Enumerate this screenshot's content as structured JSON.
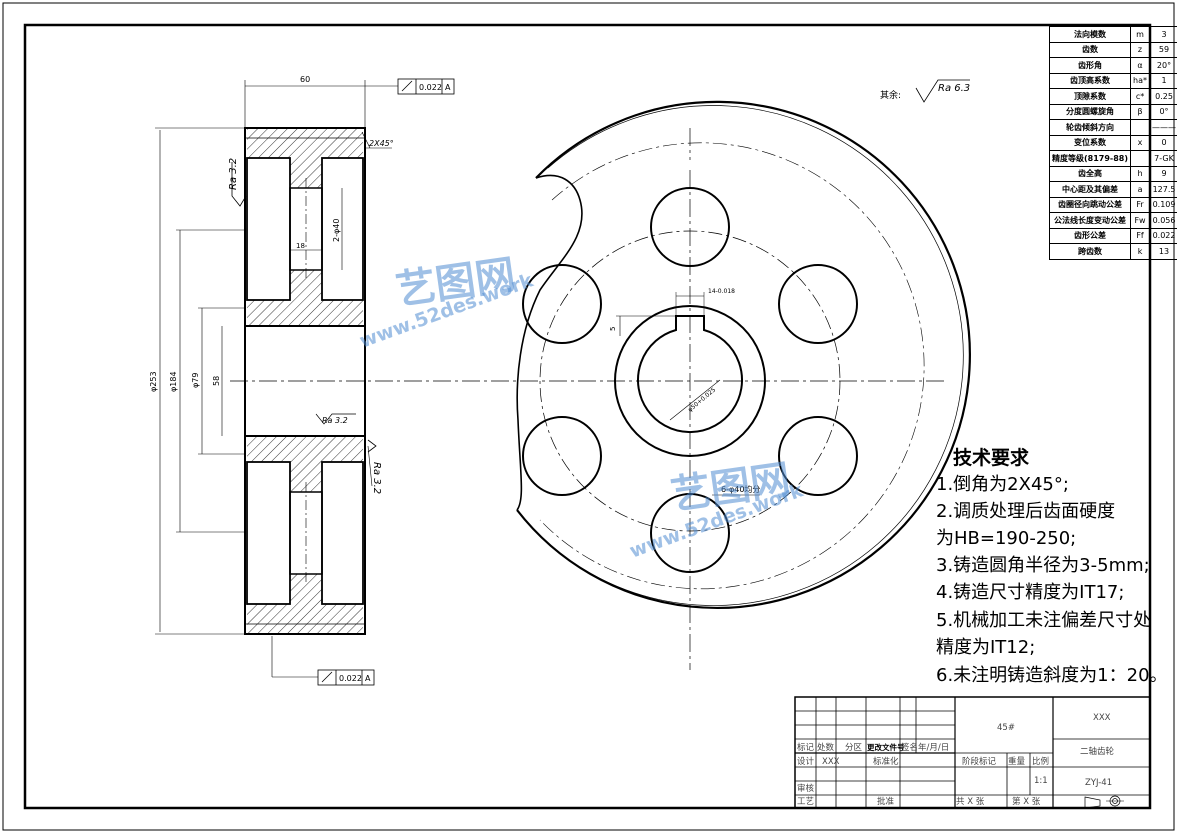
{
  "params": [
    {
      "name": "法向模数",
      "sym": "m",
      "val": "3"
    },
    {
      "name": "齿数",
      "sym": "z",
      "val": "59"
    },
    {
      "name": "齿形角",
      "sym": "α",
      "val": "20°"
    },
    {
      "name": "齿顶高系数",
      "sym": "ha*",
      "val": "1"
    },
    {
      "name": "顶隙系数",
      "sym": "c*",
      "val": "0.25"
    },
    {
      "name": "分度圆螺旋角",
      "sym": "β",
      "val": "0°"
    },
    {
      "name": "轮齿倾斜方向",
      "sym": "",
      "val": "———"
    },
    {
      "name": "变位系数",
      "sym": "x",
      "val": "0"
    },
    {
      "name": "精度等级(8179-88)",
      "sym": "",
      "val": "7-GK"
    },
    {
      "name": "齿全高",
      "sym": "h",
      "val": "9"
    },
    {
      "name": "中心距及其偏差",
      "sym": "a",
      "val": "127.5"
    },
    {
      "name": "齿圈径向跳动公差",
      "sym": "Fr",
      "val": "0.109"
    },
    {
      "name": "公法线长度变动公差",
      "sym": "Fw",
      "val": "0.056"
    },
    {
      "name": "齿形公差",
      "sym": "Ff",
      "val": "0.022"
    },
    {
      "name": "跨齿数",
      "sym": "k",
      "val": "13"
    }
  ],
  "requirements": {
    "title": "技术要求",
    "items": [
      "1.倒角为2X45°;",
      "2.调质处理后齿面硬度",
      "为HB=190-250;",
      "3.铸造圆角半径为3-5mm;",
      "4.铸造尺寸精度为IT17;",
      "5.机械加工未注偏差尺寸处",
      "精度为IT12;",
      "6.未注明铸造斜度为1：20。"
    ]
  },
  "annotations": {
    "roughness_other": "其余:",
    "roughness_main": "Ra 6.3",
    "ra32": "Ra 3.2",
    "chamfer": "2X45°",
    "width_dim": "60",
    "tol_top": "0.022",
    "tol_bottom": "0.022",
    "datum": "A",
    "dia_253": "φ253",
    "dia_184": "φ184",
    "dia_79": "φ79",
    "dim_58": "58",
    "dim_18": "18",
    "dim_2phi40": "2-φ40",
    "holes_note": "6-φ40均分",
    "keyway_5": "5",
    "keyway_tol": "14-0.018",
    "bore_tol": "φ50+0.025"
  },
  "title_block": {
    "material": "45#",
    "company": "XXX",
    "part_name": "二轴齿轮",
    "drawing_no": "ZYJ-41",
    "scale": "1:1",
    "headers": [
      "标记",
      "处数",
      "分区",
      "更改文件号",
      "签名",
      "年/月/日"
    ],
    "design": "设计",
    "designer": "XXX",
    "standardize": "标准化",
    "stage_mark": "阶段标记",
    "weight": "重量",
    "scale_label": "比例",
    "review": "审核",
    "process": "工艺",
    "approve": "批准",
    "sheets_total": "共 X 张",
    "sheet_no": "第 X 张"
  },
  "watermark": {
    "brand": "艺图网",
    "url": "www.52des.work"
  }
}
